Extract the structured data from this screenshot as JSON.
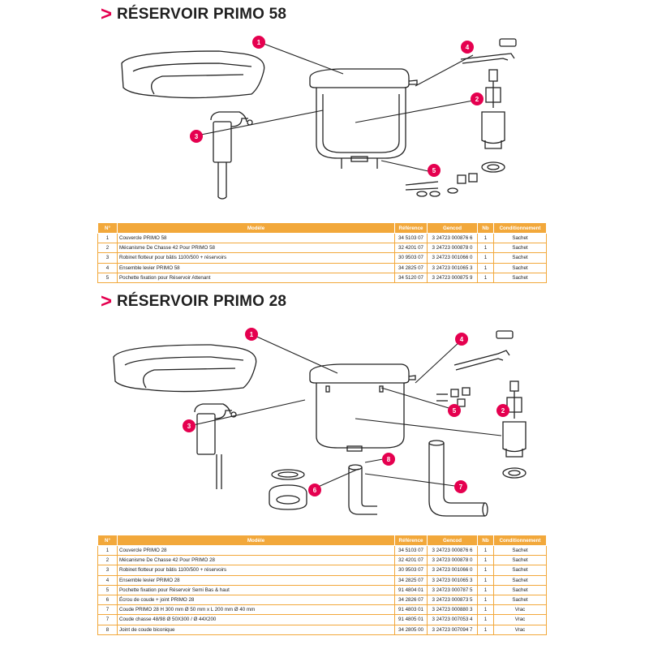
{
  "sections": [
    {
      "title_marker": ">",
      "title": "RÉSERVOIR PRIMO 58",
      "badges": [
        "1",
        "2",
        "3",
        "4",
        "5"
      ],
      "headers": [
        "N°",
        "Modèle",
        "Référence",
        "Gencod",
        "Nb",
        "Conditionnement"
      ],
      "rows": [
        [
          "1",
          "Couvercle PRIMO 58",
          "34 5103 07",
          "3 24723 000876 6",
          "1",
          "Sachet"
        ],
        [
          "2",
          "Mécanisme De Chasse 42 Pour PRIMO 58",
          "32 4201 07",
          "3 24723 000878 0",
          "1",
          "Sachet"
        ],
        [
          "3",
          "Robinet flotteur pour bâtis 1100/500 + réservoirs",
          "30 9503 07",
          "3 24723 001066 0",
          "1",
          "Sachet"
        ],
        [
          "4",
          "Ensemble levier PRIMO 58",
          "34 2825 07",
          "3 24723 001065 3",
          "1",
          "Sachet"
        ],
        [
          "5",
          "Pochette fixation pour Réservoir Attenant",
          "34 5120 07",
          "3 24723 000875 9",
          "1",
          "Sachet"
        ]
      ]
    },
    {
      "title_marker": ">",
      "title": "RÉSERVOIR PRIMO 28",
      "badges": [
        "1",
        "2",
        "3",
        "4",
        "5",
        "6",
        "7",
        "8"
      ],
      "headers": [
        "N°",
        "Modèle",
        "Référence",
        "Gencod",
        "Nb",
        "Conditionnement"
      ],
      "rows": [
        [
          "1",
          "Couvercle PRIMO 28",
          "34 5103 07",
          "3 24723 000876 6",
          "1",
          "Sachet"
        ],
        [
          "2",
          "Mécanisme De Chasse 42 Pour PRIMO 28",
          "32 4201 07",
          "3 24723 000878 0",
          "1",
          "Sachet"
        ],
        [
          "3",
          "Robinet flotteur pour bâtis 1100/500 + réservoirs",
          "30 9503 07",
          "3 24723 001066 0",
          "1",
          "Sachet"
        ],
        [
          "4",
          "Ensemble levier PRIMO 28",
          "34 2825 07",
          "3 24723 001065 3",
          "1",
          "Sachet"
        ],
        [
          "5",
          "Pochette fixation pour Réservoir Semi Bas & haut",
          "91 4804 01",
          "3 24723 000787 5",
          "1",
          "Sachet"
        ],
        [
          "6",
          "Écrou de coude + joint PRIMO 28",
          "34 2826 07",
          "3 24723 000873 5",
          "1",
          "Sachet"
        ],
        [
          "7",
          "Coude PRIMO 28 H 300 mm Ø 50 mm x  L 200 mm Ø 40 mm",
          "91 4803 01",
          "3 24723 000880 3",
          "1",
          "Vrac"
        ],
        [
          "7",
          "Coude chasse 48/98 Ø 50X300 / Ø 44X200",
          "91 4805 01",
          "3 24723 007053 4",
          "1",
          "Vrac"
        ],
        [
          "8",
          "Joint de coude biconique",
          "34 2805 00",
          "3 24723 007094 7",
          "1",
          "Vrac"
        ]
      ]
    }
  ],
  "colors": {
    "accent": "#e5004f",
    "table_header": "#f2a83b",
    "line": "#222222"
  }
}
